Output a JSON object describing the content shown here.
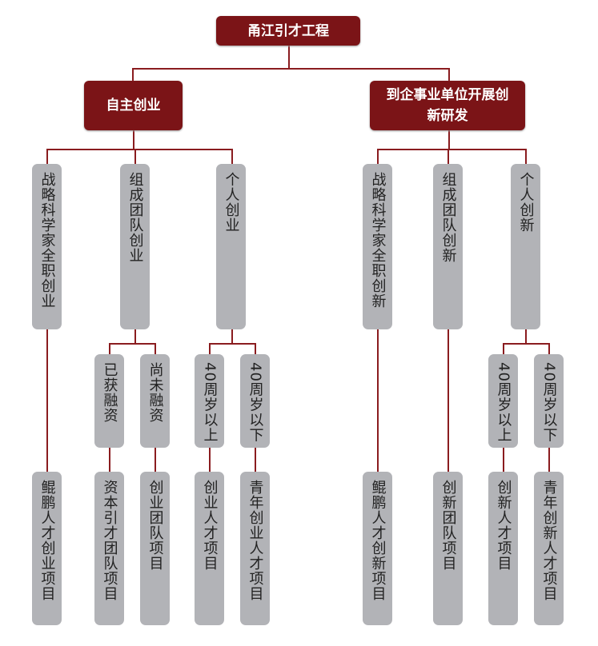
{
  "root": "甬江引才工程",
  "branches": [
    {
      "label": "自主创业",
      "children": [
        {
          "label": "战略科学家全职创业",
          "children": [
            {
              "label": "鲲鹏人才创业项目"
            }
          ]
        },
        {
          "label": "组成团队创业",
          "children": [
            {
              "label": "已获融资",
              "project": "资本引才团队项目"
            },
            {
              "label": "尚未融资",
              "project": "创业团队项目"
            }
          ]
        },
        {
          "label": "个人创业",
          "children": [
            {
              "label": "40周岁以上",
              "project": "创业人才项目"
            },
            {
              "label": "40周岁以下",
              "project": "青年创业人才项目"
            }
          ]
        }
      ]
    },
    {
      "label": "到企事业单位开展创新研发",
      "children": [
        {
          "label": "战略科学家全职创新",
          "children": [
            {
              "label": "鲲鹏人才创新项目"
            }
          ]
        },
        {
          "label": "组成团队创新",
          "children": [
            {
              "label": "创新团队项目"
            }
          ]
        },
        {
          "label": "个人创新",
          "children": [
            {
              "label": "40周岁以上",
              "project": "创新人才项目"
            },
            {
              "label": "40周岁以下",
              "project": "青年创新人才项目"
            }
          ]
        }
      ]
    }
  ],
  "colors": {
    "primary": "#7b1417",
    "node": "#b2b3b7",
    "line": "#8a1c1f"
  }
}
